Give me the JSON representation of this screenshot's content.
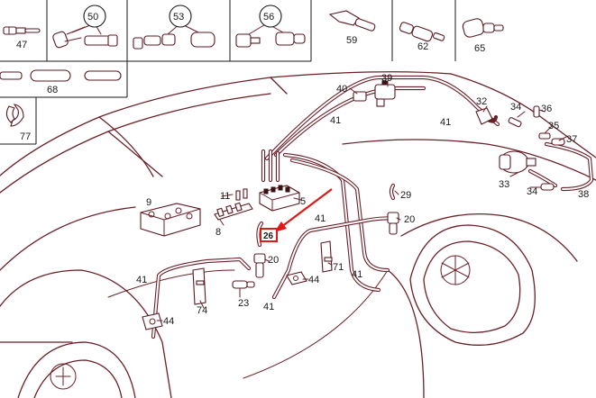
{
  "callouts": {
    "c47": "47",
    "c50": "50",
    "c53": "53",
    "c56": "56",
    "c59": "59",
    "c62": "62",
    "c65": "65",
    "c68": "68",
    "c77": "77",
    "c39": "39",
    "c40": "40",
    "c32": "32",
    "c34a": "34",
    "c36": "36",
    "c35": "35",
    "c37": "37",
    "c41a": "41",
    "c41b": "41",
    "c41c": "41",
    "c41d": "41",
    "c41e": "41",
    "c41f": "41",
    "c9": "9",
    "c11": "11",
    "c5": "5",
    "c8": "8",
    "c29": "29",
    "c20a": "20",
    "c20b": "20",
    "c26": "26",
    "c33": "33",
    "c34b": "34",
    "c38": "38",
    "c71": "71",
    "c44a": "44",
    "c44b": "44",
    "c74": "74",
    "c23": "23"
  },
  "colors": {
    "line": "#6b1f28",
    "highlight": "#e01818"
  }
}
